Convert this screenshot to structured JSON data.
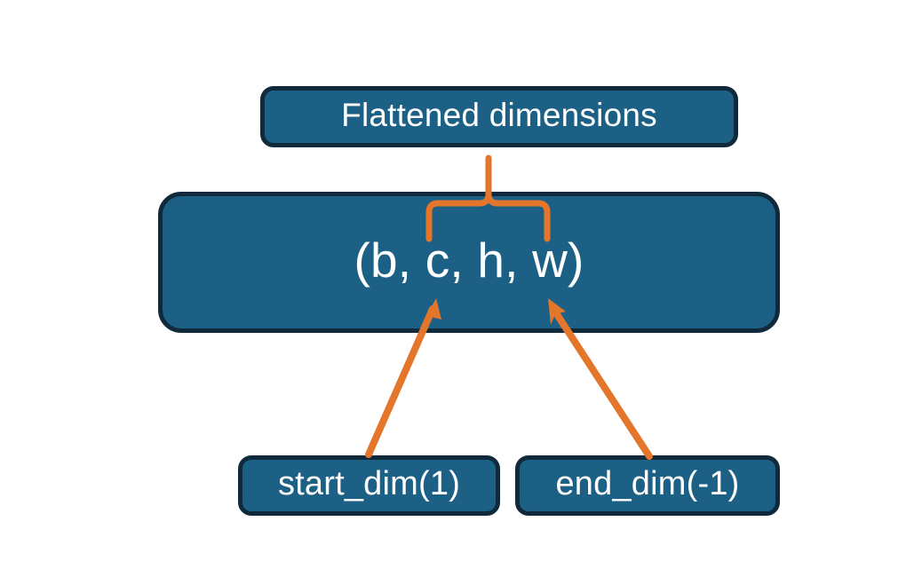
{
  "diagram": {
    "title_node": {
      "label": "Flattened dimensions"
    },
    "shape_node": {
      "label": "(b, c, h, w)"
    },
    "start_node": {
      "label": "start_dim(1)"
    },
    "end_node": {
      "label": "end_dim(-1)"
    },
    "connectors": {
      "brace": {
        "name": "curly-brace-connector",
        "description": "brace spanning c,h,w pointing up to Flattened dimensions"
      },
      "arrow_start": {
        "name": "arrow-start-dim-to-c",
        "description": "arrow from start_dim(1) up to the c element"
      },
      "arrow_end": {
        "name": "arrow-end-dim-to-w",
        "description": "arrow from end_dim(-1) up to the w element"
      }
    },
    "colors": {
      "node_fill": "#1c6185",
      "node_border": "#102a3c",
      "node_text": "#ffffff",
      "connector": "#e3762a",
      "background": "#ffffff"
    }
  }
}
